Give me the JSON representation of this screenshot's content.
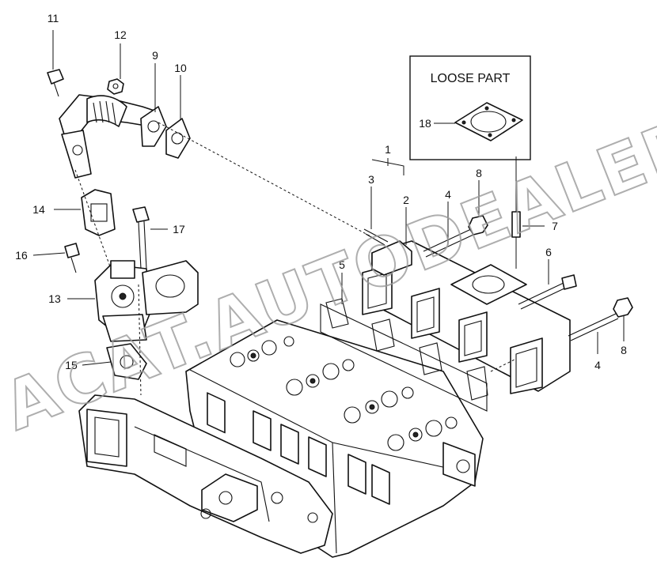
{
  "loose_part_box": {
    "title": "LOOSE PART"
  },
  "callouts": {
    "c1": "1",
    "c2": "2",
    "c3": "3",
    "c4a": "4",
    "c4b": "4",
    "c5": "5",
    "c6": "6",
    "c7": "7",
    "c8a": "8",
    "c8b": "8",
    "c9": "9",
    "c10": "10",
    "c11": "11",
    "c12": "12",
    "c13": "13",
    "c14": "14",
    "c15": "15",
    "c16": "16",
    "c17": "17",
    "c18": "18"
  },
  "watermark": {
    "text": "ACAT.AUTODEALER.RU"
  }
}
